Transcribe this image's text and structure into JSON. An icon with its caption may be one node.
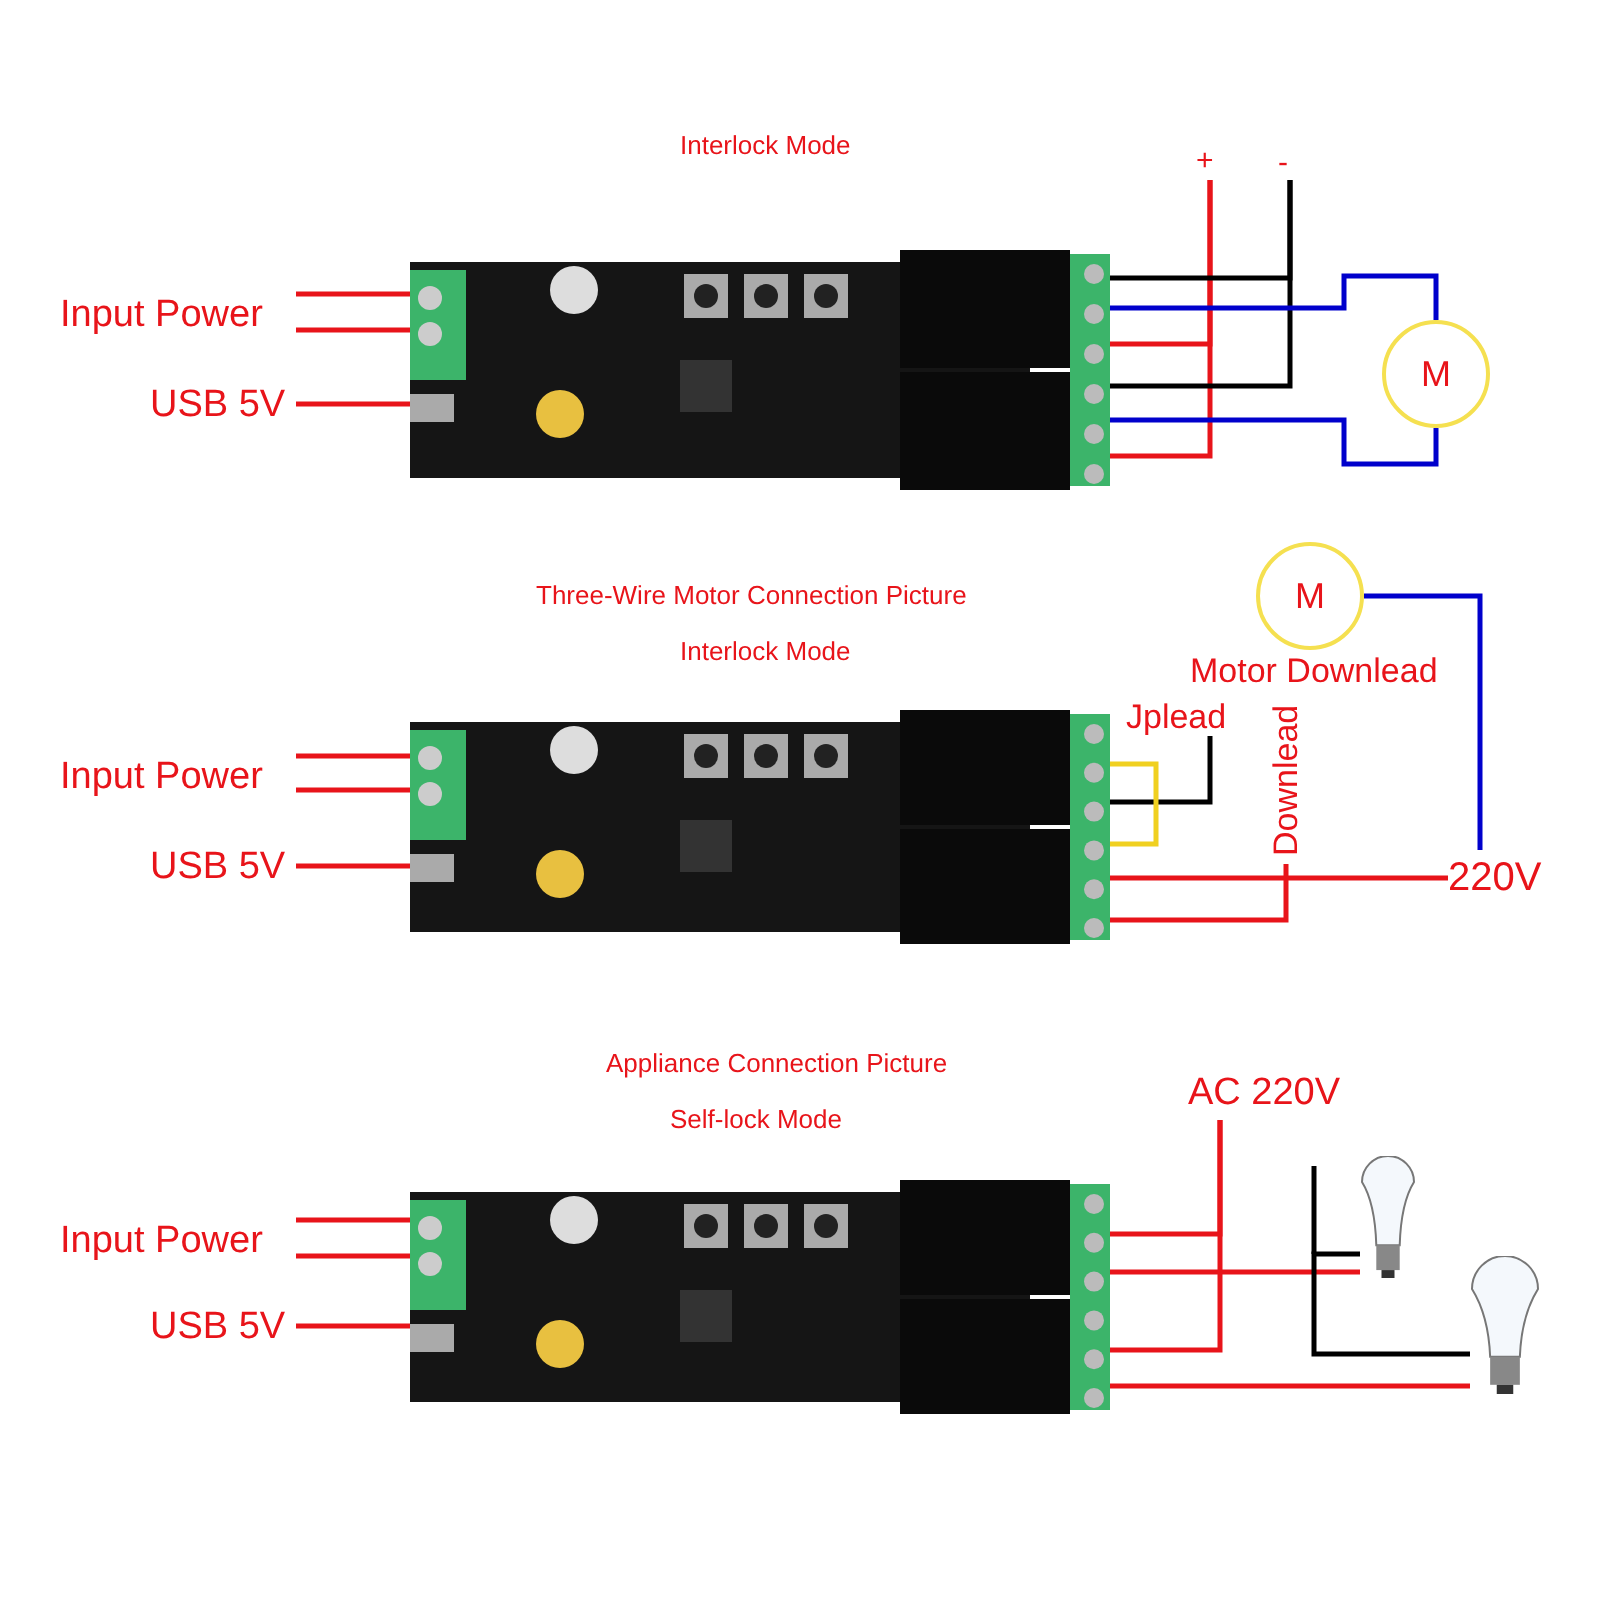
{
  "diagram": {
    "nodes": [
      {
        "text": [
          "Input Power"
        ]
      },
      {
        "text": [
          "USB 5V"
        ]
      },
      {
        "text": [],
        "shape": "picture"
      },
      {
        "text": [
          "+"
        ]
      },
      {
        "text": [
          "-"
        ]
      },
      {
        "text": [
          "M"
        ]
      },
      {
        "text": [
          "Input Power"
        ]
      },
      {
        "text": [
          "USB 5V"
        ]
      },
      {
        "text": [],
        "shape": "picture"
      },
      {
        "text": [
          "M"
        ],
        "beside": [
          "Motor Downlead"
        ]
      },
      {
        "text": [
          "Jplead"
        ]
      },
      {
        "text": [
          "Downlead"
        ]
      },
      {
        "text": [
          "220V"
        ]
      },
      {
        "text": [
          "Input Power"
        ]
      },
      {
        "text": [
          "USB 5V"
        ]
      },
      {
        "text": [],
        "shape": "picture"
      },
      {
        "text": [
          "AC 220V"
        ]
      },
      {
        "text": [],
        "shape": "picture"
      },
      {
        "text": [],
        "shape": "picture"
      }
    ],
    "edges": [
      {
        "from": 0,
        "to": 2,
        "arrow": "none"
      },
      {
        "from": 0,
        "to": 2,
        "arrow": "none"
      },
      {
        "from": 1,
        "to": 2,
        "arrow": "none"
      },
      {
        "from": 3,
        "to": 2,
        "arrow": "none"
      },
      {
        "from": 3,
        "to": 2,
        "arrow": "none"
      },
      {
        "from": 4,
        "to": 2,
        "arrow": "none",
        "color": "#000000"
      },
      {
        "from": 4,
        "to": 2,
        "arrow": "none",
        "color": "#000000"
      },
      {
        "from": 2,
        "to": 5,
        "arrow": "none",
        "color": "#0000cc"
      },
      {
        "from": 2,
        "to": 5,
        "arrow": "none",
        "color": "#0000cc"
      },
      {
        "from": 6,
        "to": 8,
        "arrow": "none"
      },
      {
        "from": 6,
        "to": 8,
        "arrow": "none"
      },
      {
        "from": 7,
        "to": 8,
        "arrow": "none"
      },
      {
        "from": 10,
        "to": 8,
        "arrow": "none",
        "color": "#000000"
      },
      {
        "from": 11,
        "to": 8,
        "arrow": "none"
      },
      {
        "from": 12,
        "to": 8,
        "arrow": "none"
      },
      {
        "from": 9,
        "to": 12,
        "arrow": "none",
        "color": "#0000cc"
      },
      {
        "from": 13,
        "to": 15,
        "arrow": "none"
      },
      {
        "from": 13,
        "to": 15,
        "arrow": "none"
      },
      {
        "from": 14,
        "to": 15,
        "arrow": "none"
      },
      {
        "from": 16,
        "to": 15,
        "arrow": "none"
      },
      {
        "from": 16,
        "to": 15,
        "arrow": "none"
      },
      {
        "from": 15,
        "to": 17,
        "arrow": "none"
      },
      {
        "from": 15,
        "to": 18,
        "arrow": "none"
      },
      {
        "from": 17,
        "to": 18,
        "arrow": "none",
        "color": "#000000"
      }
    ],
    "labels": [
      "Interlock Mode",
      "Three-Wire Motor Connection Picture",
      "Interlock Mode",
      "Appliance Connection Picture",
      "Self-lock Mode"
    ]
  }
}
